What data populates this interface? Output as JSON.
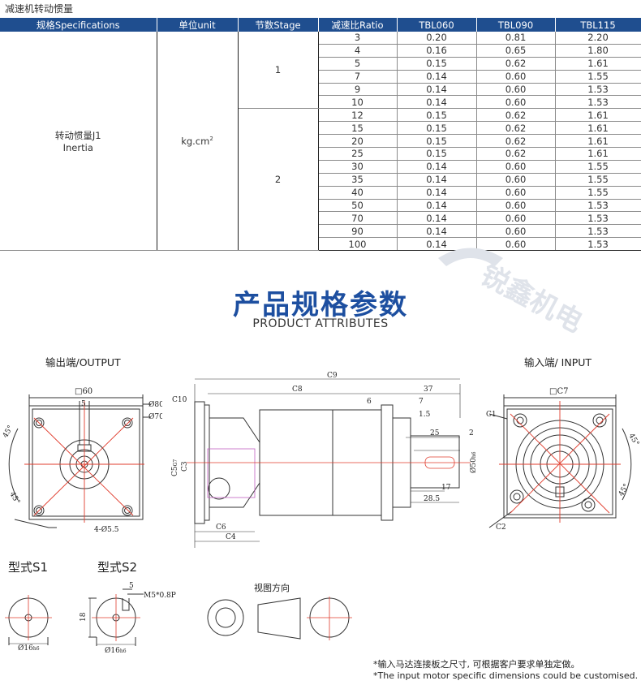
{
  "caption": "减速机转动惯量",
  "table": {
    "headers": [
      "规格Specifications",
      "单位unit",
      "节数Stage",
      "减速比Ratio",
      "TBL060",
      "TBL090",
      "TBL115"
    ],
    "spec_label_cn": "转动惯量J1",
    "spec_label_en": "Inertia",
    "unit": "kg.cm",
    "unit_exp": "2",
    "stage1": "1",
    "stage2": "2",
    "rows_stage1": [
      [
        "3",
        "0.20",
        "0.81",
        "2.20"
      ],
      [
        "4",
        "0.16",
        "0.65",
        "1.80"
      ],
      [
        "5",
        "0.15",
        "0.62",
        "1.61"
      ],
      [
        "7",
        "0.14",
        "0.60",
        "1.55"
      ],
      [
        "9",
        "0.14",
        "0.60",
        "1.53"
      ],
      [
        "10",
        "0.14",
        "0.60",
        "1.53"
      ]
    ],
    "rows_stage2": [
      [
        "12",
        "0.15",
        "0.62",
        "1.61"
      ],
      [
        "15",
        "0.15",
        "0.62",
        "1.61"
      ],
      [
        "20",
        "0.15",
        "0.62",
        "1.61"
      ],
      [
        "25",
        "0.15",
        "0.62",
        "1.61"
      ],
      [
        "30",
        "0.14",
        "0.60",
        "1.55"
      ],
      [
        "35",
        "0.14",
        "0.60",
        "1.55"
      ],
      [
        "40",
        "0.14",
        "0.60",
        "1.55"
      ],
      [
        "50",
        "0.14",
        "0.60",
        "1.53"
      ],
      [
        "70",
        "0.14",
        "0.60",
        "1.53"
      ],
      [
        "90",
        "0.14",
        "0.60",
        "1.53"
      ],
      [
        "100",
        "0.14",
        "0.60",
        "1.53"
      ]
    ]
  },
  "watermark": "锐鑫机电",
  "heading": "产品规格参数",
  "subheading": "PRODUCT ATTRIBUTES",
  "labels": {
    "output": "输出端/OUTPUT",
    "input": "输入端/ INPUT",
    "type_s1": "型式S1",
    "type_s2": "型式S2",
    "view_dir": "视图方向"
  },
  "dims": {
    "sq60": "□60",
    "d5": "5",
    "phi80": "Ø80",
    "phi70": "Ø70",
    "a45a": "45°",
    "a45b": "45°",
    "holes": "4-Ø5.5",
    "c9": "C9",
    "c8": "C8",
    "c10": "C10",
    "d37": "37",
    "d6": "6",
    "d7": "7",
    "d15": "1.5",
    "d25": "25",
    "d2": "2",
    "d17": "17",
    "d285": "28.5",
    "c5": "C5",
    "c5sub": "G7",
    "c3": "C3",
    "c6": "C6",
    "c4": "C4",
    "phi50": "Ø50",
    "phi50sub": "h6",
    "sqc7": "□C7",
    "c1": "C1",
    "c2": "C2",
    "a45c": "45°",
    "a45d": "45°",
    "s1_phi16": "Ø16",
    "s1_sub": "h6",
    "s2_phi16": "Ø16",
    "s2_sub": "h6",
    "s2_5": "5",
    "s2_m5": "M5*0.8P",
    "s2_18": "18"
  },
  "notes": {
    "cn": "*输入马达连接板之尺寸, 可根据客户要求单独定做。",
    "en": "*The input motor specific dimensions could be customised."
  },
  "colors": {
    "header_bg": "#1f4e8f",
    "heading": "#1d4fa0",
    "centerline": "#e03c2d",
    "hidden": "#c060c0"
  }
}
